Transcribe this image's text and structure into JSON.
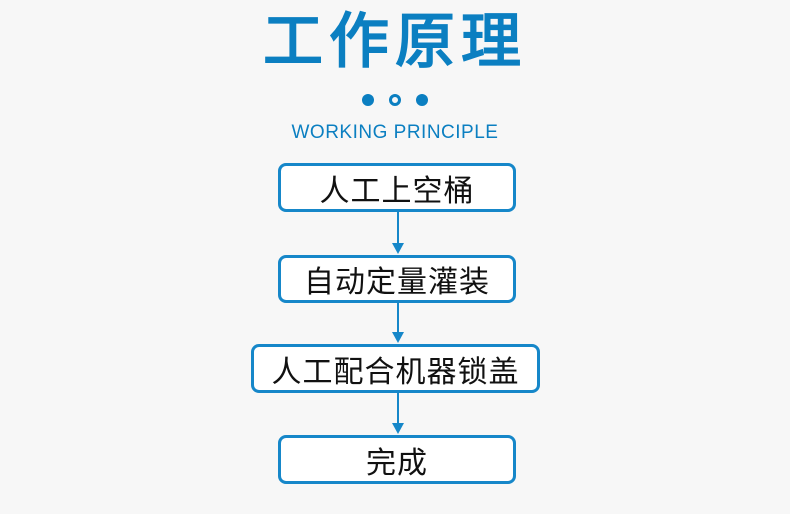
{
  "colors": {
    "accent": "#0b7fc1",
    "box_border": "#1687c9",
    "text": "#111111",
    "background": "#f7f7f7"
  },
  "header": {
    "title": "工作原理",
    "subtitle": "WORKING PRINCIPLE"
  },
  "flow": {
    "steps": [
      {
        "label": "人工上空桶"
      },
      {
        "label": "自动定量灌装"
      },
      {
        "label": "人工配合机器锁盖"
      },
      {
        "label": "完成"
      }
    ]
  }
}
